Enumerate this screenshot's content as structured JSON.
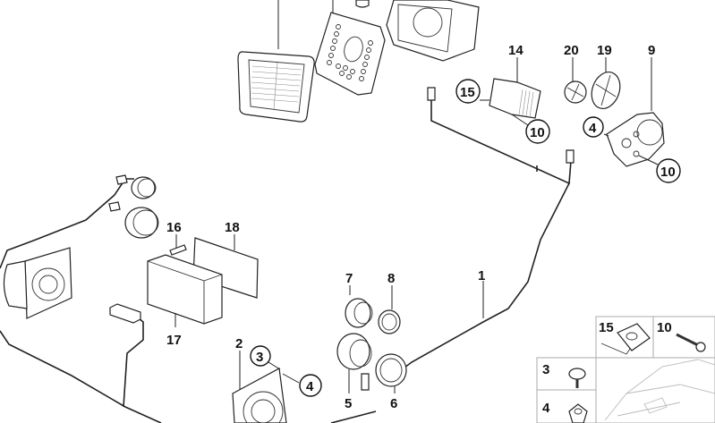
{
  "diagram": {
    "type": "parts-exploded-view",
    "callouts": [
      {
        "id": "c1",
        "label": "1",
        "circled": false
      },
      {
        "id": "c2",
        "label": "2",
        "circled": false
      },
      {
        "id": "c3",
        "label": "3",
        "circled": true
      },
      {
        "id": "c4a",
        "label": "4",
        "circled": true
      },
      {
        "id": "c4b",
        "label": "4",
        "circled": true
      },
      {
        "id": "c5",
        "label": "5",
        "circled": false
      },
      {
        "id": "c6",
        "label": "6",
        "circled": false
      },
      {
        "id": "c7",
        "label": "7",
        "circled": false
      },
      {
        "id": "c8",
        "label": "8",
        "circled": false
      },
      {
        "id": "c9",
        "label": "9",
        "circled": false
      },
      {
        "id": "c10a",
        "label": "10",
        "circled": true
      },
      {
        "id": "c10b",
        "label": "10",
        "circled": true
      },
      {
        "id": "c14",
        "label": "14",
        "circled": false
      },
      {
        "id": "c15",
        "label": "15",
        "circled": true
      },
      {
        "id": "c16",
        "label": "16",
        "circled": false
      },
      {
        "id": "c17",
        "label": "17",
        "circled": false
      },
      {
        "id": "c18",
        "label": "18",
        "circled": false
      },
      {
        "id": "c19",
        "label": "19",
        "circled": false
      },
      {
        "id": "c20",
        "label": "20",
        "circled": false
      }
    ],
    "legend": {
      "cells": [
        {
          "label": "15",
          "part": "speed-nut"
        },
        {
          "label": "10",
          "part": "screw"
        },
        {
          "label": "3",
          "part": "body-screw"
        },
        {
          "label": "4",
          "part": "clip-nut"
        }
      ]
    }
  }
}
